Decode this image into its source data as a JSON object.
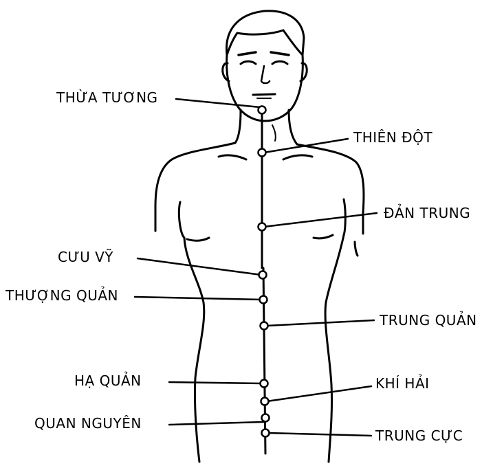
{
  "points": [
    {
      "key": "thua_tuong",
      "label": "THỪA TƯƠNG"
    },
    {
      "key": "thien_dot",
      "label": "THIÊN ĐỘT"
    },
    {
      "key": "dan_trung",
      "label": "ĐẢN TRUNG"
    },
    {
      "key": "cuu_vy",
      "label": "CƯU VỸ"
    },
    {
      "key": "thuong_quan",
      "label": "THƯỢNG QUẢN"
    },
    {
      "key": "trung_quan",
      "label": "TRUNG QUẢN"
    },
    {
      "key": "ha_quan",
      "label": "HẠ QUẢN"
    },
    {
      "key": "khi_hai",
      "label": "KHÍ HẢI"
    },
    {
      "key": "quan_nguyen",
      "label": "QUAN NGUYÊN"
    },
    {
      "key": "trung_cuc",
      "label": "TRUNG CỰC"
    }
  ]
}
